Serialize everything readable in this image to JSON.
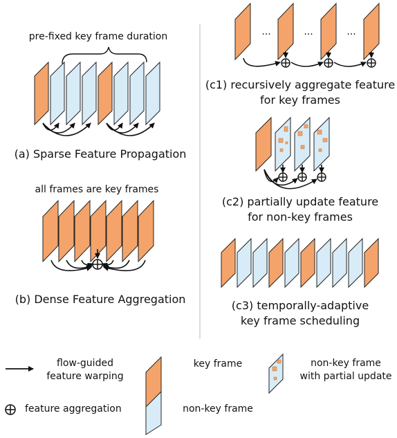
{
  "colors": {
    "key_frame": "#F4A46A",
    "non_key_frame": "#D8ECF8",
    "frame_stroke": "#222222",
    "patch": "#F4A46A",
    "divider": "#bbbbbb"
  },
  "panel_a": {
    "brace_label": "pre-fixed key frame duration",
    "caption": "(a) Sparse Feature Propagation"
  },
  "panel_b": {
    "top_label": "all frames are key frames",
    "caption": "(b) Dense Feature Aggregation"
  },
  "panel_c1": {
    "ellipsis": "...",
    "caption_line1": "(c1) recursively aggregate feature",
    "caption_line2": "for key frames"
  },
  "panel_c2": {
    "caption_line1": "(c2) partially update feature",
    "caption_line2": "for non-key frames"
  },
  "panel_c3": {
    "caption_line1": "(c3) temporally-adaptive",
    "caption_line2": "key frame scheduling"
  },
  "legend": {
    "warping_line1": "flow-guided",
    "warping_line2": "feature warping",
    "key_frame": "key frame",
    "non_key_partial_line1": "non-key frame",
    "non_key_partial_line2": "with partial update",
    "aggregation": "feature aggregation",
    "non_key_frame": "non-key frame"
  }
}
